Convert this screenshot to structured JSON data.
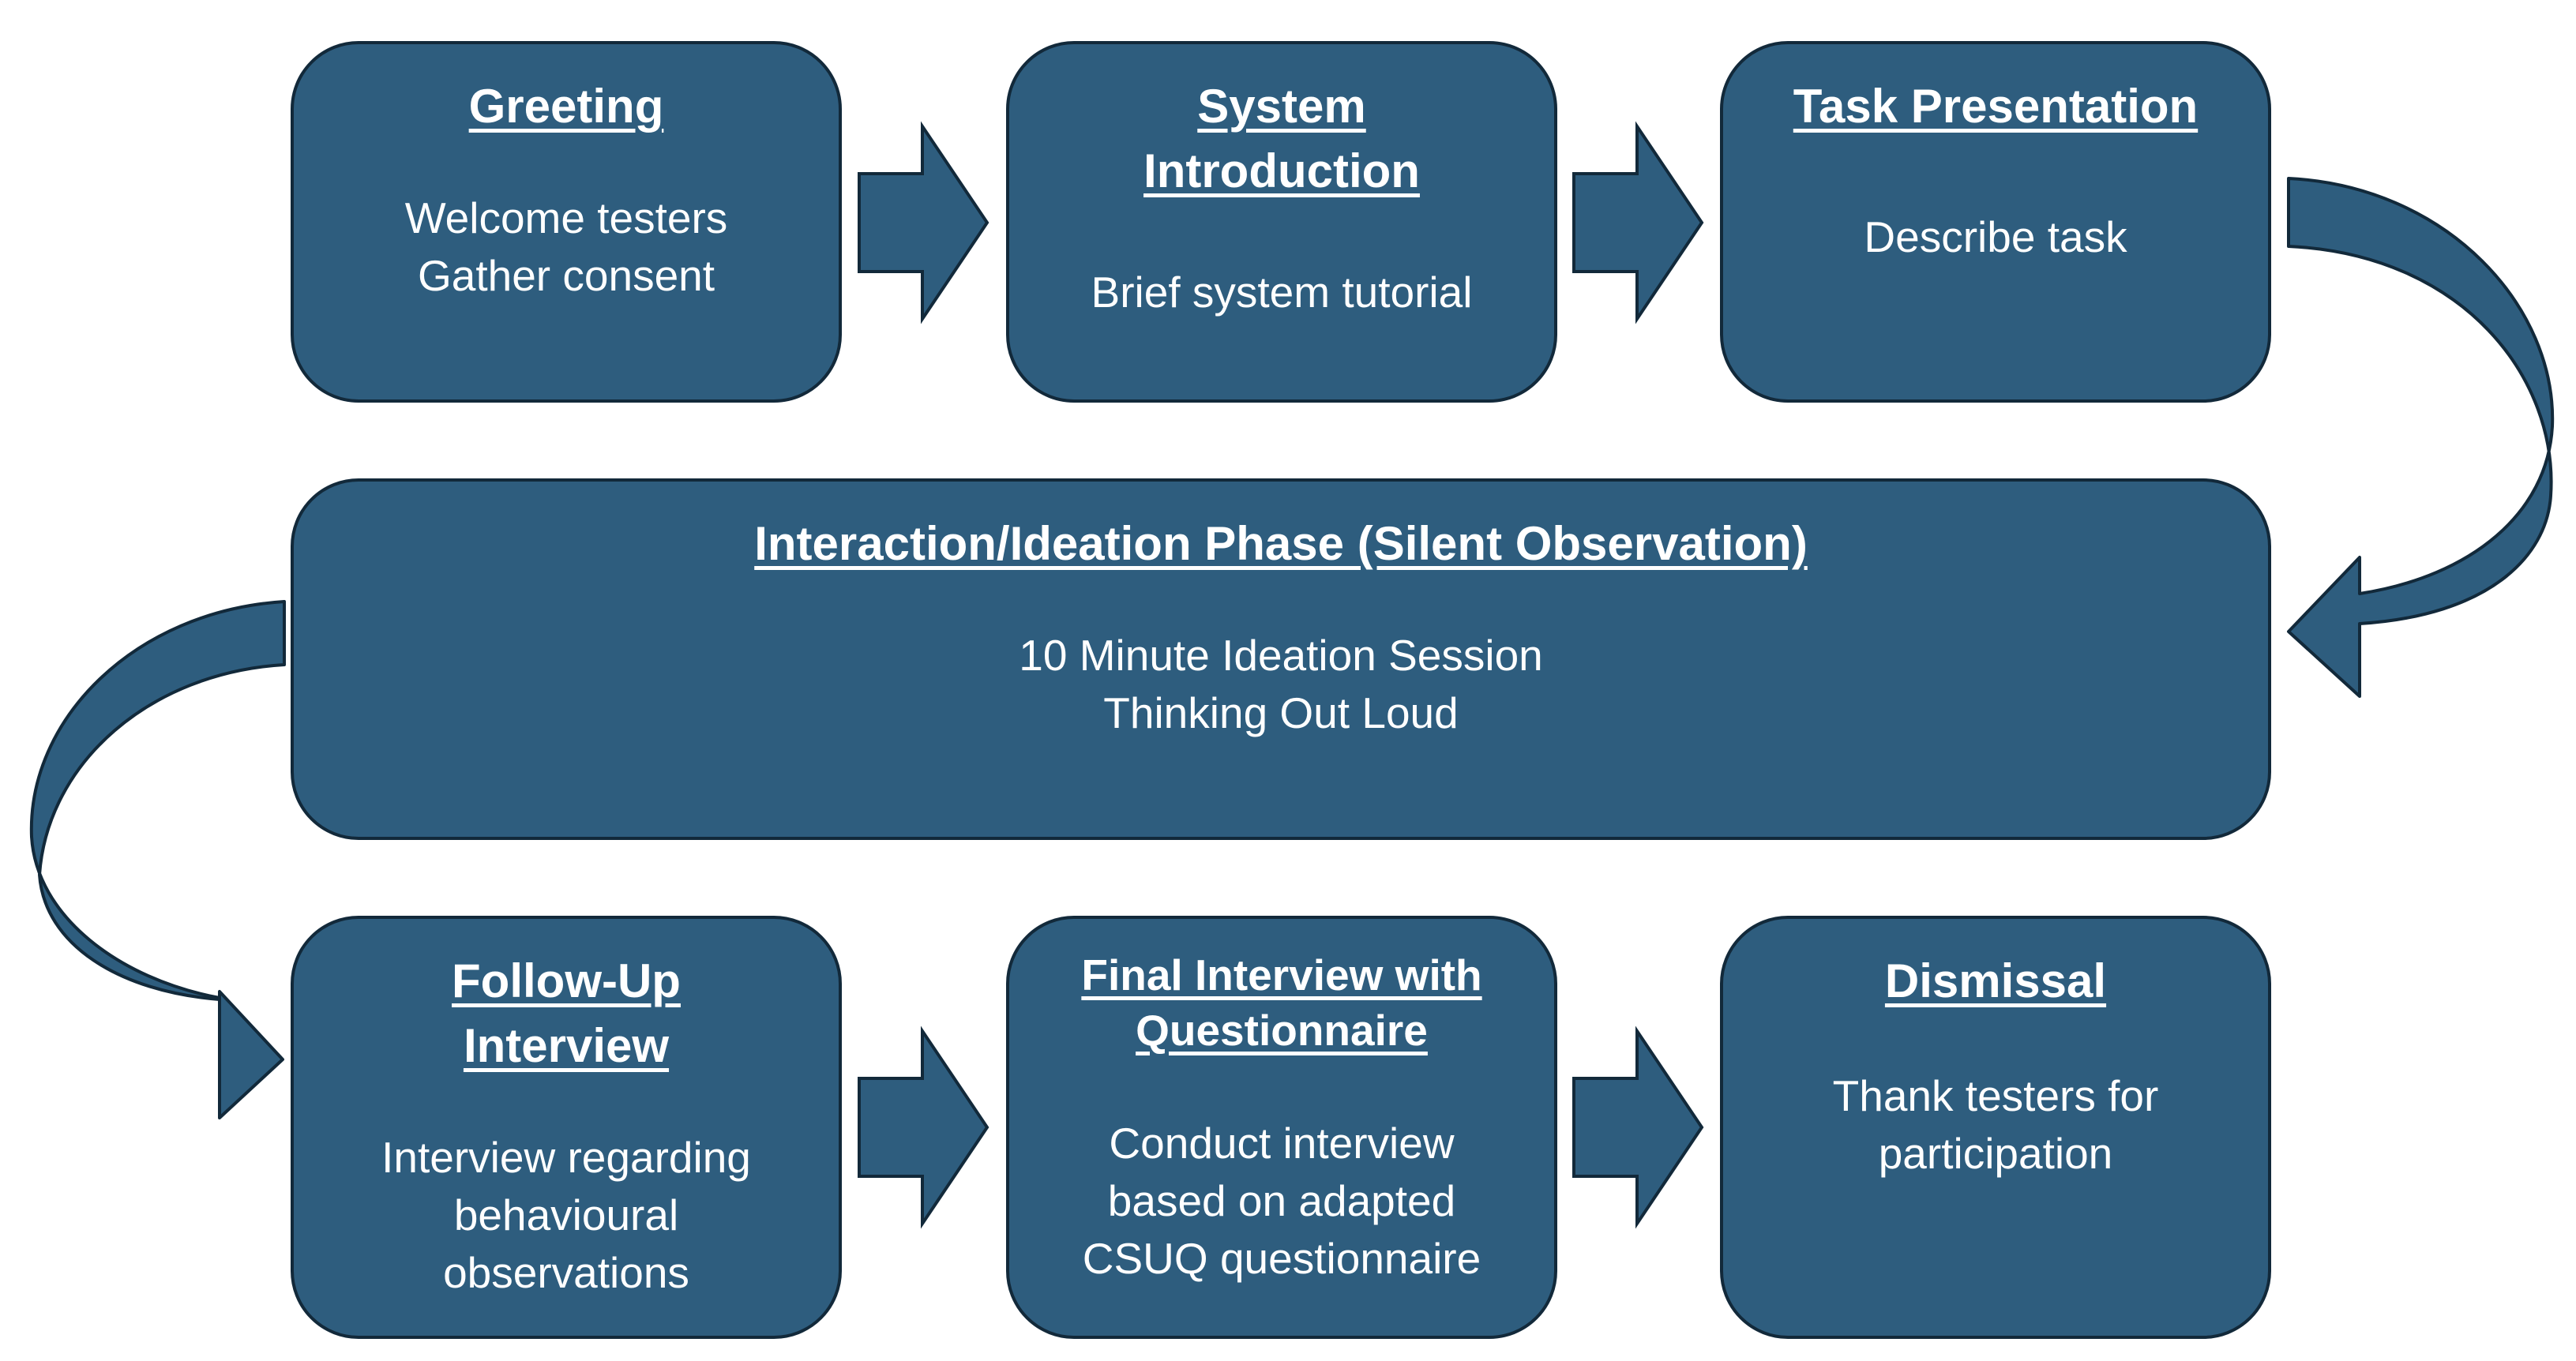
{
  "boxes": {
    "greeting": {
      "title": "Greeting",
      "body": "Welcome testers\nGather consent"
    },
    "system_introduction": {
      "title": "System\nIntroduction",
      "body": "Brief system tutorial"
    },
    "task_presentation": {
      "title": "Task Presentation",
      "body": "Describe task"
    },
    "interaction_phase": {
      "title": "Interaction/Ideation Phase (Silent Observation)",
      "body": "10 Minute Ideation Session\nThinking Out Loud"
    },
    "follow_up": {
      "title": "Follow-Up\nInterview",
      "body": "Interview regarding\nbehavioural\nobservations"
    },
    "final_interview": {
      "title": "Final Interview with\nQuestionnaire",
      "body": "Conduct interview\nbased on adapted\nCSUQ questionnaire"
    },
    "dismissal": {
      "title": "Dismissal",
      "body": "Thank testers for\nparticipation"
    }
  },
  "colors": {
    "box_fill": "#2e5d7e",
    "box_border": "#12293a",
    "arrow_fill": "#2e5d7e",
    "curved_arrow_dark": "#234a66",
    "text": "#ffffff"
  }
}
